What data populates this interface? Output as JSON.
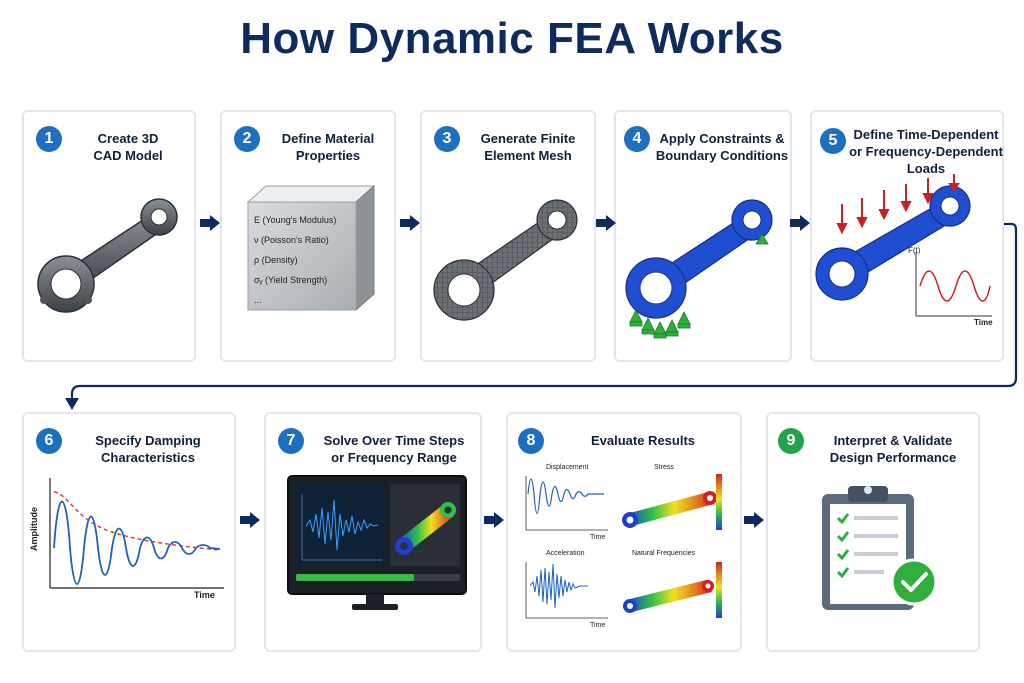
{
  "title": "How Dynamic FEA Works",
  "steps": [
    {
      "num": "1",
      "lines": [
        "Create 3D",
        "CAD Model"
      ]
    },
    {
      "num": "2",
      "lines": [
        "Define Material",
        "Properties"
      ]
    },
    {
      "num": "3",
      "lines": [
        "Generate Finite",
        "Element Mesh"
      ]
    },
    {
      "num": "4",
      "lines": [
        "Apply Constraints &",
        "Boundary Conditions"
      ]
    },
    {
      "num": "5",
      "lines": [
        "Define Time-Dependent",
        "or Frequency-Dependent",
        "Loads"
      ]
    },
    {
      "num": "6",
      "lines": [
        "Specify Damping",
        "Characteristics"
      ]
    },
    {
      "num": "7",
      "lines": [
        "Solve Over Time Steps",
        "or Frequency Range"
      ]
    },
    {
      "num": "8",
      "lines": [
        "Evaluate Results"
      ]
    },
    {
      "num": "9",
      "lines": [
        "Interpret & Validate",
        "Design Performance"
      ]
    }
  ],
  "material": {
    "props": [
      "E (Young's Modulus)",
      "ν (Poisson's Ratio)",
      "ρ (Density)",
      "σᵧ (Yield Strength)",
      "..."
    ]
  },
  "load_chart": {
    "ylabel": "F(t)",
    "xlabel": "Time"
  },
  "damping_chart": {
    "ylabel": "Amplitude",
    "xlabel": "Time"
  },
  "results": {
    "displacement": "Displacement",
    "stress": "Stress",
    "acceleration": "Acceleration",
    "natural_frequencies": "Natural Frequencies",
    "time": "Time"
  },
  "colors": {
    "title": "#0f2a5c",
    "badge": "#1f6fbf",
    "badge_final": "#21a34a",
    "arrow": "#0f2a5c",
    "model_blue": "#1f4fd0",
    "constraint_green": "#2fae3b",
    "load_red": "#cc1f1f"
  }
}
